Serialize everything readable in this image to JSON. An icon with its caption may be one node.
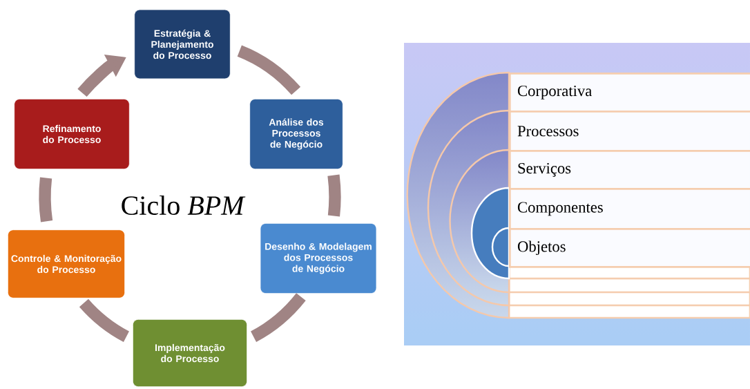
{
  "diagram": {
    "nodes": [
      {
        "text": [
          "Estratégia & Planejamento do Processo"
        ]
      },
      {
        "text": [
          "Análise dos Processos de Negócio"
        ]
      },
      {
        "text": [
          "Desenho & Modelagem dos Processos de Negócio"
        ]
      },
      {
        "text": [
          "Implementação do Processo"
        ]
      },
      {
        "text": [
          "Controle & Monitoração do Processo"
        ]
      },
      {
        "text": [
          "Refinamento do Processo"
        ]
      },
      {
        "text": [
          "Corporativa"
        ]
      },
      {
        "text": [
          "Processos"
        ]
      },
      {
        "text": [
          "Serviços"
        ]
      },
      {
        "text": [
          "Componentes"
        ]
      },
      {
        "text": [
          "Objetos"
        ]
      }
    ],
    "edges": [
      {
        "from": 0,
        "to": 1,
        "arrow": "none"
      },
      {
        "from": 1,
        "to": 2,
        "arrow": "none"
      },
      {
        "from": 2,
        "to": 3,
        "arrow": "none"
      },
      {
        "from": 3,
        "to": 4,
        "arrow": "none"
      },
      {
        "from": 4,
        "to": 5,
        "arrow": "none"
      },
      {
        "from": 5,
        "to": 0,
        "arrow": "to"
      }
    ],
    "labels": [
      "Ciclo *BPM*"
    ]
  }
}
